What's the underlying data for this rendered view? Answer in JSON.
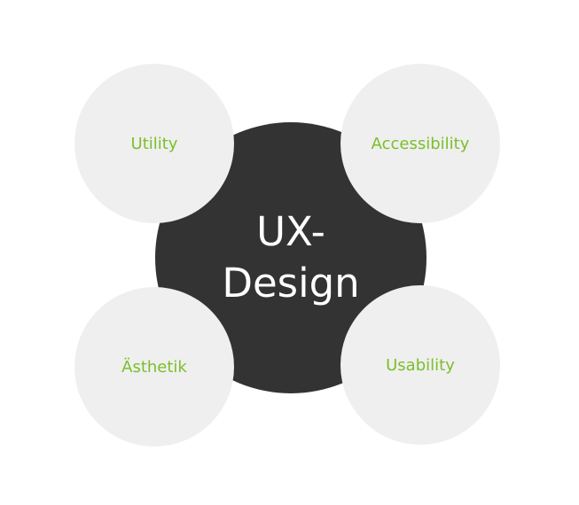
{
  "center": {
    "line1": "UX-",
    "line2": "Design",
    "color": "#333333",
    "text_color": "#ffffff"
  },
  "petals": {
    "utility": "Utility",
    "accessibility": "Accessibility",
    "aesthetik": "Ästhetik",
    "usability": "Usability",
    "fill_color": "#efefef",
    "text_color": "#7bbf2a"
  }
}
